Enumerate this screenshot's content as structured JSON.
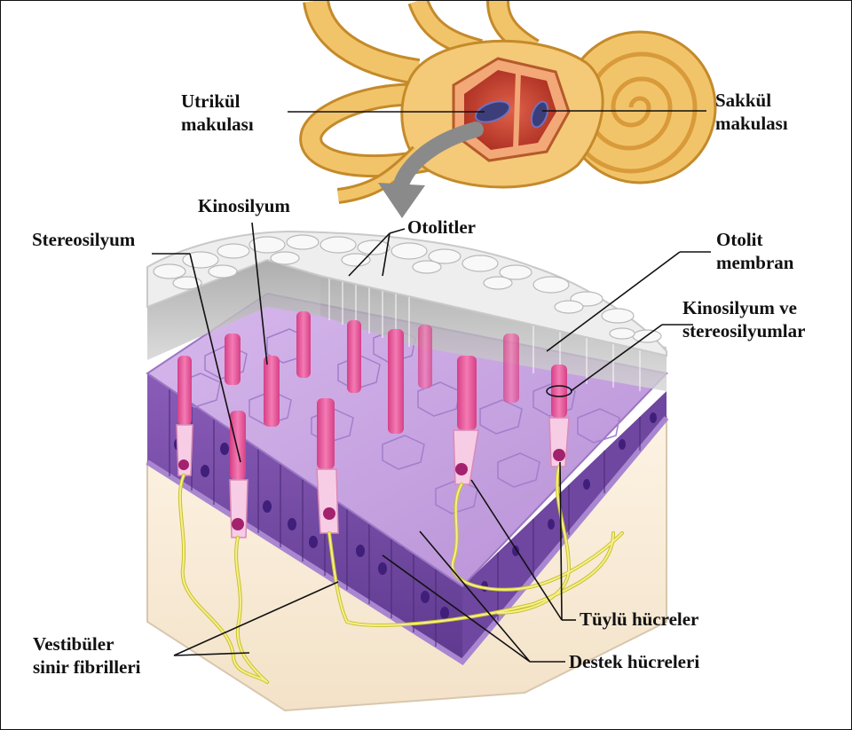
{
  "labels": {
    "utrikul": [
      "Utrikül",
      "makulası"
    ],
    "sakkul": [
      "Sakkül",
      "makulası"
    ],
    "kinosilyum": "Kinosilyum",
    "stereosilyum": "Stereosilyum",
    "otolitler": "Otolitler",
    "otolit_membran": [
      "Otolit",
      "membran"
    ],
    "kinosilyum_stereosilyumlar": [
      "Kinosilyum ve",
      "stereosilyumlar"
    ],
    "tuylu_hucreler": "Tüylü hücreler",
    "destek_hucreleri": "Destek hücreleri",
    "vestibuler": [
      "Vestibüler",
      "sinir fibrilleri"
    ]
  },
  "colors": {
    "labyrinth": "#f2c46a",
    "labyrinth_outline": "#c48a2a",
    "vestibule": "#c43a2a",
    "macula": "#3c3e7a",
    "otoliths": "#eeeeee",
    "gel_layer": "#b9b9b9",
    "epithelium_top": "#c9a8e0",
    "epithelium_side": "#7a4fa6",
    "nucleus": "#3f1f7a",
    "hair_bundle": "#e8559a",
    "hair_cell": "#f7cde6",
    "nerve": "#e6e24a",
    "base_tissue": "#fbeedd",
    "arrow": "#8a8a8a"
  }
}
